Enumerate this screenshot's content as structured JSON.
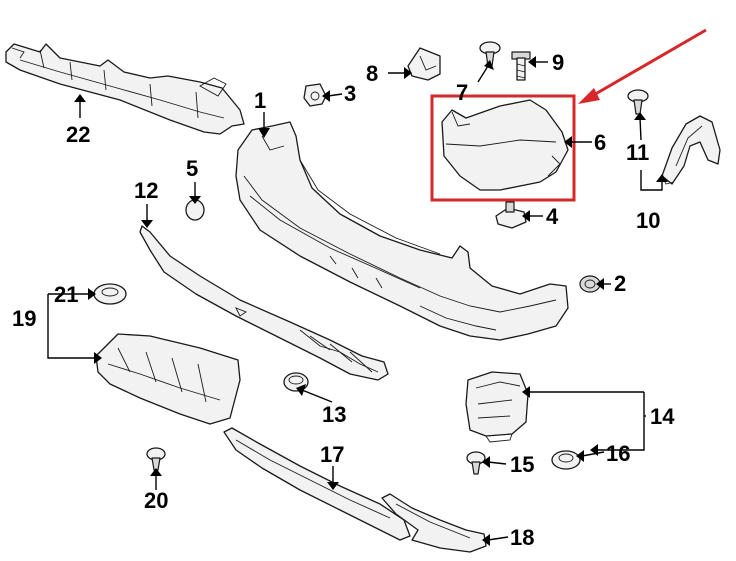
{
  "callouts": {
    "c1": "1",
    "c2": "2",
    "c3": "3",
    "c4": "4",
    "c5": "5",
    "c6": "6",
    "c7": "7",
    "c8": "8",
    "c9": "9",
    "c10": "10",
    "c11": "11",
    "c12": "12",
    "c13": "13",
    "c14": "14",
    "c15": "15",
    "c16": "16",
    "c17": "17",
    "c18": "18",
    "c19": "19",
    "c20": "20",
    "c21": "21",
    "c22": "22"
  },
  "colors": {
    "highlight": "#d62828",
    "line": "#000000",
    "part_fill": "#f2f2f2",
    "background": "#ffffff"
  }
}
